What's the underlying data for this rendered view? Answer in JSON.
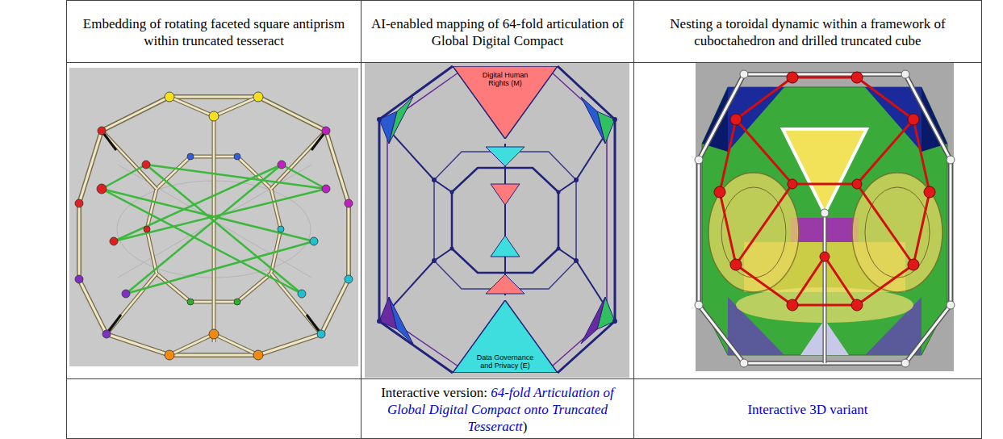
{
  "diagram": {
    "nodes": [
      {
        "text": [
          "Embedding of rotating faceted square antiprism within truncated tesseract"
        ]
      },
      {
        "text": [
          "AI-enabled mapping of 64-fold articulation of Global Digital Compact"
        ]
      },
      {
        "text": [
          "Nesting a toroidal dynamic within a framework of cuboctahedron and drilled truncated cube"
        ]
      },
      {
        "text": [
          "Digital Human Rights (M)"
        ]
      },
      {
        "text": [
          "Data Governance and Privacy (E)"
        ]
      },
      {
        "text": [
          "Interactive version:",
          "64-fold Articulation of Global Digital Compact onto Truncated Tesseractt",
          ")"
        ]
      },
      {
        "text": [
          "Interactive 3D variant"
        ]
      }
    ]
  }
}
